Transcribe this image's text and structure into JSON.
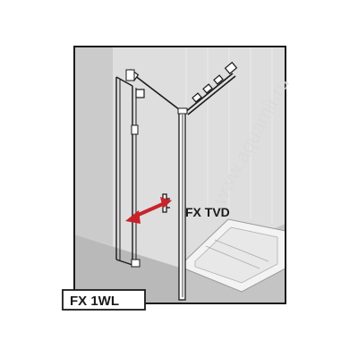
{
  "diagram": {
    "door_label": "FX 1WL",
    "side_panel_label": "FX TVD",
    "watermark": "www.aquamir.ru"
  },
  "colors": {
    "background": "#ffffff",
    "frame": "#1a1a1a",
    "wall_back": "#dedede",
    "wall_side": "#cfcfcf",
    "floor": "#b8b8b8",
    "shower_tray": "#f4f4f4",
    "arrow": "#c8232c"
  }
}
